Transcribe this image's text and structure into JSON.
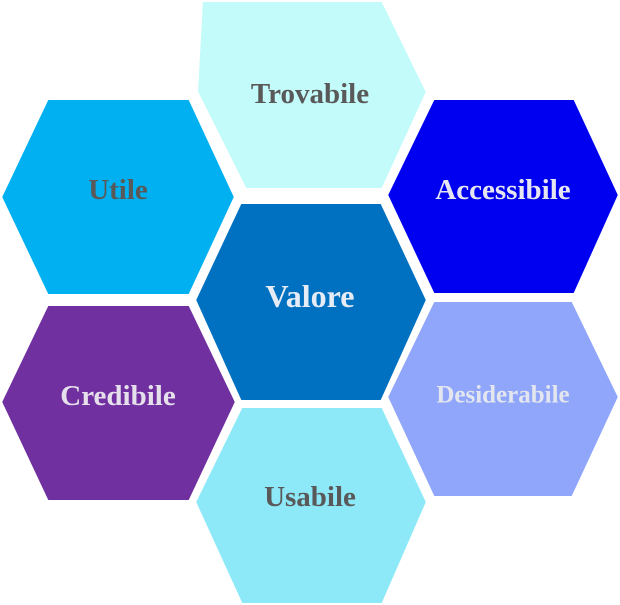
{
  "diagram": {
    "center": {
      "label": "Valore",
      "fill": "#0070c0",
      "text_color": "#e6ecf5"
    },
    "hexagons": [
      {
        "id": "trovabile",
        "label": "Trovabile",
        "fill": "#c3fbfa",
        "text_color": "#595959"
      },
      {
        "id": "accessibile",
        "label": "Accessibile",
        "fill": "#0000f0",
        "text_color": "#e6e6f2"
      },
      {
        "id": "desiderabile",
        "label": "Desiderabile",
        "fill": "#8fa6fa",
        "text_color": "#e3e6ee"
      },
      {
        "id": "usabile",
        "label": "Usabile",
        "fill": "#8de9f7",
        "text_color": "#595959"
      },
      {
        "id": "credibile",
        "label": "Credibile",
        "fill": "#7030a0",
        "text_color": "#e6e0ec"
      },
      {
        "id": "utile",
        "label": "Utile",
        "fill": "#00b0f0",
        "text_color": "#595959"
      }
    ]
  }
}
